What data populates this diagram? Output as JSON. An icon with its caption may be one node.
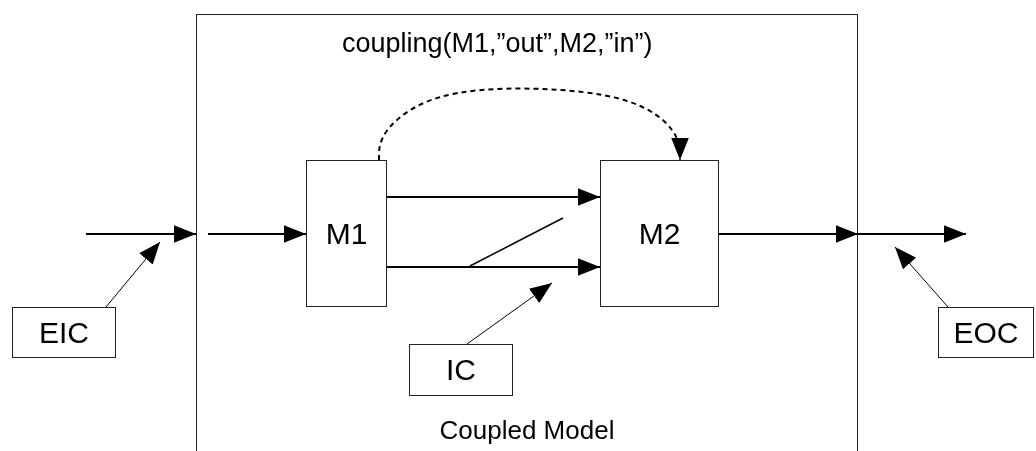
{
  "diagram": {
    "nodes": [
      {
        "text": [
          "Coupled Model"
        ]
      },
      {
        "text": [
          "M1"
        ],
        "in": 0
      },
      {
        "text": [
          "M2"
        ],
        "in": 0
      },
      {
        "text": [
          "IC"
        ],
        "in": 0
      },
      {
        "text": [
          "EIC"
        ]
      },
      {
        "text": [
          "EOC"
        ]
      }
    ],
    "edges": [
      {
        "from": null,
        "to": 0,
        "arrow": "to"
      },
      {
        "from": 0,
        "to": 1,
        "arrow": "to"
      },
      {
        "from": 1,
        "to": 2,
        "arrow": "to"
      },
      {
        "from": 1,
        "to": 2,
        "arrow": "to"
      },
      {
        "from": 1,
        "to": 2,
        "arrow": "to",
        "style": "dashed",
        "label": "coupling(M1,”out”,M2,”in”)"
      },
      {
        "from": 4,
        "to": null,
        "arrow": "to"
      },
      {
        "from": 3,
        "to": null,
        "arrow": "to"
      },
      {
        "from": 5,
        "to": null,
        "arrow": "to"
      },
      {
        "from": 2,
        "to": 0,
        "arrow": "to"
      },
      {
        "from": 0,
        "to": null,
        "arrow": "to"
      }
    ]
  }
}
